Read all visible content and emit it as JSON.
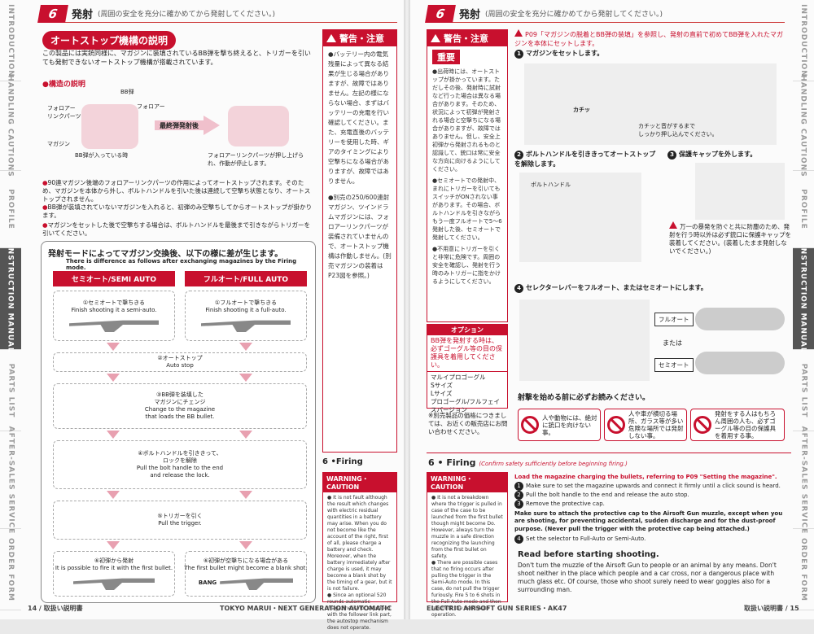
{
  "tabs_left": [
    "INTRODUCTION",
    "HANDLING CAUTIONS",
    "PROFILE",
    "INSTRUCTION MANUAL",
    "PARTS LIST",
    "AFTER-SALES SERVICE",
    "ORDER FORM"
  ],
  "tabs_right": [
    "INTRODUCTION",
    "HANDLING CAUTIONS",
    "PROFILE",
    "INSTRUCTION MANUAL",
    "PARTS LIST",
    "AFTER-SALES SERVICE",
    "ORDER FORM"
  ],
  "active_tab": "INSTRUCTION MANUAL",
  "left": {
    "section_no": "6",
    "title": "発射",
    "subtitle": "(周囲の安全を充分に確かめてから発射してください。)",
    "pill": "オートストップ機構の説明",
    "intro": "この製品には実銃同様に、マガジンに装填されているBB弾を撃ち終えると、トリガーを引いても発射できないオートストップ機構が搭載されています。",
    "structure_head": "●構造の説明",
    "fig": {
      "bb": "BB弾",
      "follower": "フォロアー",
      "follower_link": "フォロアー\nリンクパーツ",
      "magazine": "マガジン",
      "last_shot": "最終弾発射後",
      "loaded": "BB弾が入っている時",
      "after": "フォロアーリンクパーツが押し上げられ、作動が停止します。"
    },
    "bullets": [
      "90連マガジン後端のフォロアーリンクパーツの作用によってオートストップされます。そのため、マガジンを本体から外し、ボルトハンドルを引いた後は連続して空撃ち状態となり、オートストップされません。",
      "BB弾が装填されていないマガジンを入れると、初弾のみ空撃ちしてからオートストップが掛かります。",
      "マガジンをセットした後で空撃ちする場合は、ボルトハンドルを最後まで引きながらトリガーを引いてください。"
    ],
    "mode_title": "発射モードによってマガジン交換後、以下の様に差が生じます。",
    "mode_sub": "There is difference as follows after exchanging magazines by the Firing mode.",
    "semi": "セミオート/SEMI AUTO",
    "full": "フルオート/FULL AUTO",
    "steps": {
      "s1_semi": "①セミオートで撃ちきる\nFinish shooting it a semi-auto.",
      "s1_full": "①フルオートで撃ちきる\nFinish shooting it a full-auto.",
      "s2": "②オートストップ\nAuto stop",
      "s3": "③BB弾を装填した\nマガジンにチェンジ\nChange to the magazine\nthat loads the BB bullet.",
      "s4": "④ボルトハンドルを引ききって、\nロックを解除\nPull the bolt handle to the end\nand release the lock.",
      "s5": "⑤トリガーを引く\nPull the trigger.",
      "s6_semi": "⑥初弾から発射\nIt is possible to fire it with the first bullet.",
      "s6_full": "⑥初弾が空撃ちになる場合がある\nThe first bullet might become a blank shot.",
      "bang": "BANG"
    },
    "warn_head": "警告・注意",
    "warn_text": "●バッテリー内の電気残量によって異なる結果が生じる場合がありますが、故障ではありません。左記の様にならない場合、まずはバッテリーの充電を行い確認してください。また、充電直後のバッテリーを使用した時、ギアのタイミングにより空撃ちになる場合がありますが、故障ではありません。",
    "warn_text2": "●別売の250/600連射マガジン、ツインドラムマガジンには、フォロアーリンクパーツが装備されていませんので、オートストップ機構は作動しません。(別売マガジンの装着はP23図を参照。)",
    "firing_en": "6 •Firing",
    "warn_en": "WARNING・CAUTION",
    "warn_en_text": "● It is not fault although the result which changes with electric residual quantities in a battery may arise. When you do not become like the account of the right, first of all, please charge a battery and check. Moreover, when the battery immediately after charge is used, it may become a blank shot by the timing of a gear, but it is not failure.\n● Since an optional 520 rounds automatic magazine is not equipped with the follower link part, the autostop mechanism does not operate.",
    "footer_no": "14",
    "footer_lbl": "取扱い説明書",
    "footer_brand": "TOKYO MARUI・NEXT GENERATION AUTOMATIC"
  },
  "right": {
    "section_no": "6",
    "title": "発射",
    "subtitle": "(周囲の安全を充分に確かめてから発射してください。)",
    "warn_head": "警告・注意",
    "important": "重要",
    "warn_text": "●出荷時には、オートストップが掛かっています。ただしその後、発射時に試射など行った場合は異なる場合があります。そのため、状況によって初弾が発射される場合と空撃ちになる場合がありますが、故障ではありません。但し、安全上初弾から発射されるものと認識して、銃口は常に安全な方向に向けるようにしてください。",
    "warn_text2": "●セミオートでの発射中、まれにトリガーを引いてもスイッチがONされない事があります。その場合、ボルトハンドルを引きながらもう一度フルオートで5〜6発射した後、セミオートで発射してください。",
    "warn_text3": "●不用意にトリガーを引くと非常に危険です。周囲の安全を確認し、発射を行う時のみトリガーに指をかけるようにしてください。",
    "opt_head": "オプション",
    "opt_red": "BB弾を発射する時は、必ずゴーグル等の目の保護具を着用してください。",
    "opt_list": [
      "マルイプロゴーグル",
      "Sサイズ",
      "Lサイズ",
      "プロゴーグル/フルフェイスバージョン"
    ],
    "opt_note": "※別売製品の価格につきましては、お近くの販売店にお問い合わせください。",
    "step_head": "P09「マガジンの脱着とBB弾の装填」を参照し、発射の直前で初めてBB弾を入れたマガジンを本体にセットします。",
    "s1": "マガジンをセットします。",
    "s1_note": "カチッと音がするまで\nしっかり押し込んでください。",
    "s1_label": "カチッ",
    "s2": "ボルトハンドルを引ききってオートストップを解除します。",
    "s2_label": "ボルトハンドル",
    "s3": "保護キャップを外します。",
    "s3_note": "万一の暴発を防ぐと共に防塵のため、発射を行う時以外は必ず銃口に保護キャップを装着してください。(装着したまま発射しないでください。)",
    "s4": "セレクターレバーをフルオート、またはセミオートにします。",
    "full_auto": "フルオート",
    "or": "または",
    "semi_auto": "セミオート",
    "read_first": "射撃を始める前に必ずお読みください。",
    "cautions": [
      "人や動物には、絶対に銃口を向けない事。",
      "人や車が横切る場所、ガラス等が多い危険な場所では発射しない事。",
      "発射をする人はもちろん周囲の人も、必ずゴーグル等の目の保護具を着用する事。"
    ],
    "firing_en": "6 • Firing",
    "firing_en_sub": "(Confirm safety sufficiently before beginning firing.)",
    "warn_en": "WARNING・CAUTION",
    "warn_en_text": "● It is not a breakdown where the trigger is pulled in case of the case to be launched from the first bullet though might become Do. However, always turn the muzzle in a safe direction recognizing the launching from the first bullet on safety.\n● There are possible cases that no firing occurs after pulling the trigger in the Semi-Auto mode. In this case, do not pull the trigger furiously. Fire 5 to 6 shots in the Full-Auto mode and then return to the Semi-Auto operation.",
    "en_steps": [
      "Load the magazine charging the bullets, referring to P09 \"Setting the magazine\".",
      "Make sure to set the magazine upwards and connect it firmly until a click sound is heard.",
      "Pull the bolt handle to the end and release the auto stop.",
      "Remove the protective cap.",
      "Make sure to attach the protective cap to the Airsoft Gun muzzle, except when you are shooting, for preventing accidental, sudden discharge and for the dust-proof purpose. (Never pull the trigger with the protective cap being attached.)",
      "Set the selector to Full-Auto or Semi-Auto."
    ],
    "read_en": "Read before starting shooting.",
    "read_en_text": "Don't turn the muzzle of the Airsoft Gun to people or an animal by any means. Don't shoot neither in the place which people and a car cross, nor a dangerous place with much glass etc. Of course, those who shoot surely need to wear goggles also for a surrounding man.",
    "footer_no": "15",
    "footer_lbl": "取扱い説明書",
    "footer_brand": "ELECTRIC AIRSOFT GUN SERIES・AK47"
  },
  "colors": {
    "accent": "#c8102e",
    "pink": "#e8a0b0"
  }
}
